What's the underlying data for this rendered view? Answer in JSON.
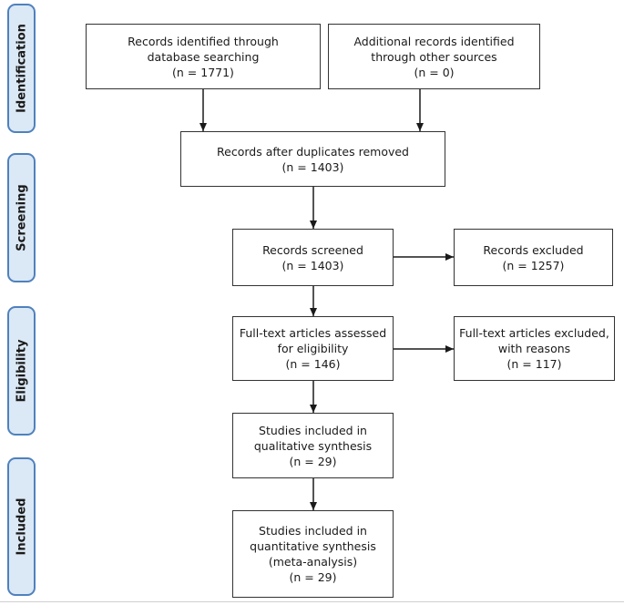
{
  "stages": {
    "identification": "Identification",
    "screening": "Screening",
    "eligibility": "Eligibility",
    "included": "Included"
  },
  "boxes": {
    "database_search": {
      "line1": "Records identified through",
      "line2": "database searching",
      "line3": "(n = 1771)"
    },
    "other_sources": {
      "line1": "Additional records identified",
      "line2": "through other sources",
      "line3": "(n = 0)"
    },
    "after_duplicates": {
      "line1": "Records after duplicates removed",
      "line2": "(n = 1403)"
    },
    "screened": {
      "line1": "Records screened",
      "line2": "(n = 1403)"
    },
    "excluded": {
      "line1": "Records excluded",
      "line2": "(n = 1257)"
    },
    "fulltext_assessed": {
      "line1": "Full-text articles assessed",
      "line2": "for eligibility",
      "line3": "(n = 146)"
    },
    "fulltext_excluded": {
      "line1": "Full-text articles excluded,",
      "line2": "with reasons",
      "line3": "(n = 117)"
    },
    "qualitative": {
      "line1": "Studies included in",
      "line2": "qualitative synthesis",
      "line3": "(n = 29)"
    },
    "quantitative": {
      "line1": "Studies included in",
      "line2": "quantitative synthesis",
      "line3": "(meta-analysis)",
      "line4": "(n = 29)"
    }
  }
}
